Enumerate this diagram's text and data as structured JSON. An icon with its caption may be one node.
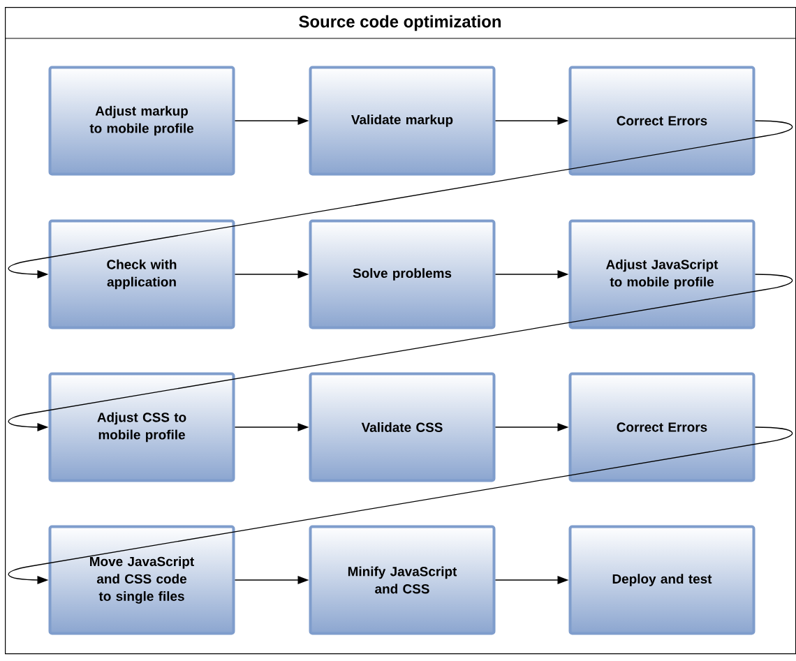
{
  "diagram": {
    "nodes": [
      {
        "text": [
          "Source code optimization"
        ]
      },
      {
        "text": [
          "Adjust markup to mobile profile"
        ],
        "in": 0
      },
      {
        "text": [
          "Validate markup"
        ],
        "in": 0
      },
      {
        "text": [
          "Correct Errors"
        ],
        "in": 0
      },
      {
        "text": [
          "Check with application"
        ],
        "in": 0
      },
      {
        "text": [
          "Solve problems"
        ],
        "in": 0
      },
      {
        "text": [
          "Adjust JavaScript to mobile profile"
        ],
        "in": 0
      },
      {
        "text": [
          "Adjust CSS to mobile profile"
        ],
        "in": 0
      },
      {
        "text": [
          "Validate CSS"
        ],
        "in": 0
      },
      {
        "text": [
          "Correct Errors"
        ],
        "in": 0
      },
      {
        "text": [
          "Move JavaScript and CSS code to single files"
        ],
        "in": 0
      },
      {
        "text": [
          "Minify JavaScript and CSS"
        ],
        "in": 0
      },
      {
        "text": [
          "Deploy and test"
        ],
        "in": 0
      }
    ],
    "edges": [
      {
        "from": 1,
        "to": 2,
        "arrow": "to"
      },
      {
        "from": 2,
        "to": 3,
        "arrow": "to"
      },
      {
        "from": 3,
        "to": 4,
        "arrow": "to"
      },
      {
        "from": 4,
        "to": 5,
        "arrow": "to"
      },
      {
        "from": 5,
        "to": 6,
        "arrow": "to"
      },
      {
        "from": 6,
        "to": 7,
        "arrow": "to"
      },
      {
        "from": 7,
        "to": 8,
        "arrow": "to"
      },
      {
        "from": 8,
        "to": 9,
        "arrow": "to"
      },
      {
        "from": 9,
        "to": 10,
        "arrow": "to"
      },
      {
        "from": 10,
        "to": 11,
        "arrow": "to"
      },
      {
        "from": 11,
        "to": 12,
        "arrow": "to"
      }
    ]
  }
}
